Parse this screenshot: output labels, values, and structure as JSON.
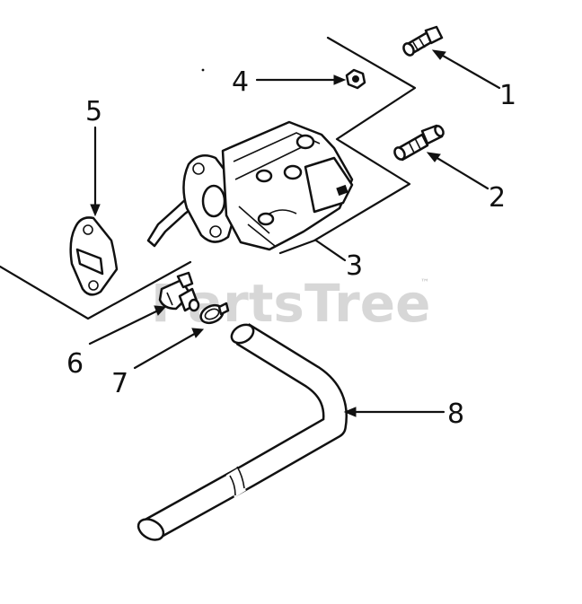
{
  "watermark": {
    "text": "PartsTree",
    "trademark": "™"
  },
  "callouts": [
    {
      "id": "1",
      "label": "1"
    },
    {
      "id": "2",
      "label": "2"
    },
    {
      "id": "3",
      "label": "3"
    },
    {
      "id": "4",
      "label": "4"
    },
    {
      "id": "5",
      "label": "5"
    },
    {
      "id": "6",
      "label": "6"
    },
    {
      "id": "7",
      "label": "7"
    },
    {
      "id": "8",
      "label": "8"
    }
  ]
}
